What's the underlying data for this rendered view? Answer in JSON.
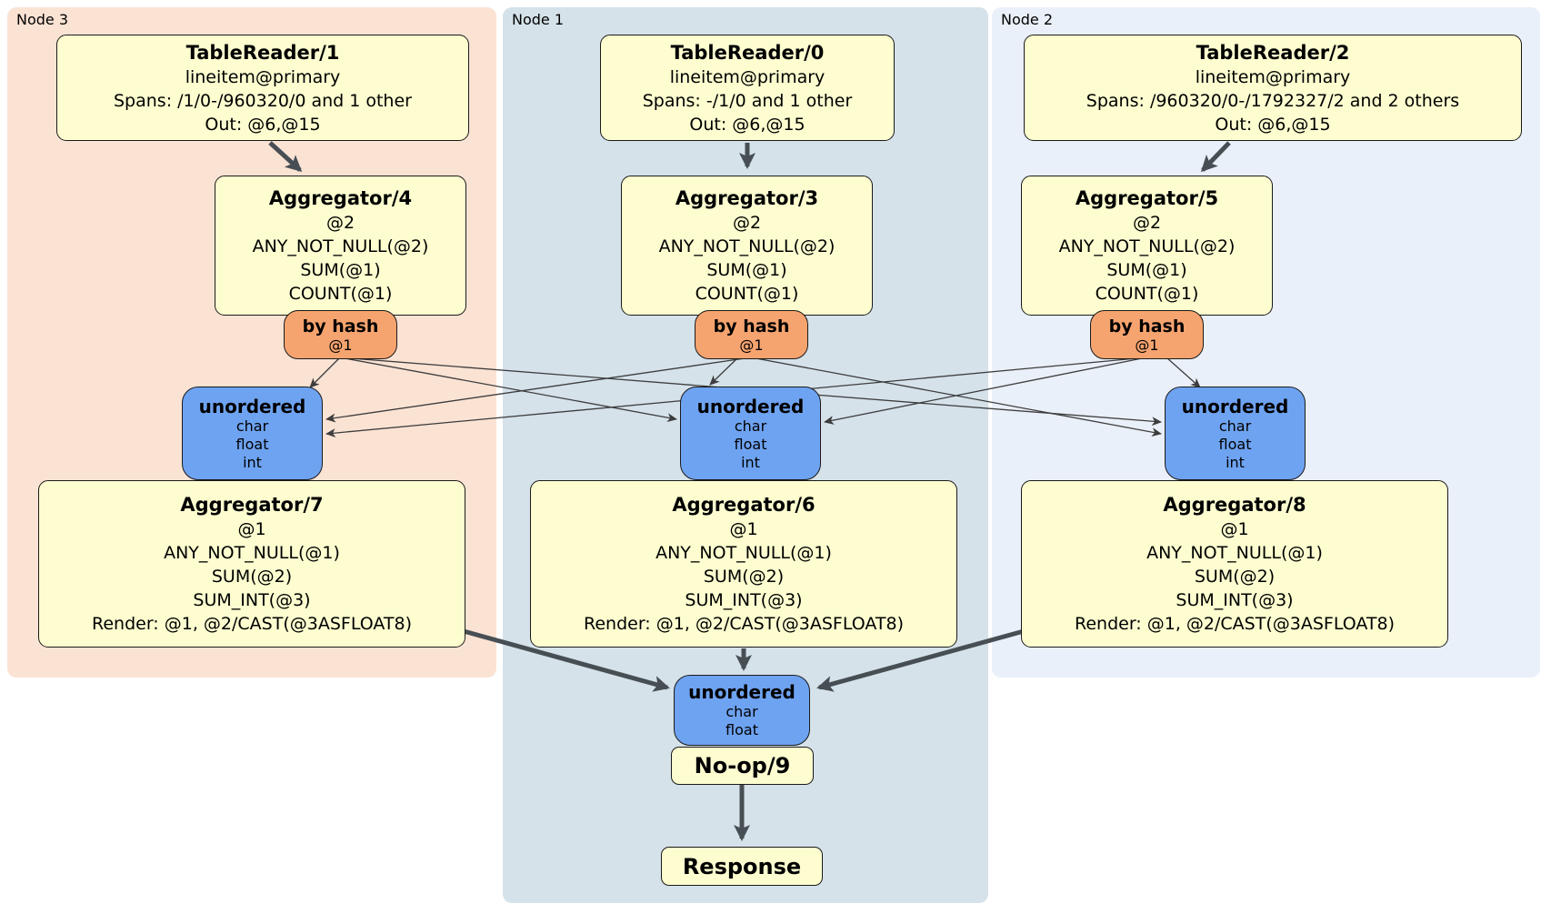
{
  "panels": {
    "node3": {
      "label": "Node 3"
    },
    "node1": {
      "label": "Node 1"
    },
    "node2": {
      "label": "Node 2"
    }
  },
  "processors": {
    "tr1": {
      "title": "TableReader/1",
      "table": "lineitem@primary",
      "spans": "Spans: /1/0-/960320/0 and 1 other",
      "out": "Out: @6,@15"
    },
    "tr0": {
      "title": "TableReader/0",
      "table": "lineitem@primary",
      "spans": "Spans: -/1/0 and 1 other",
      "out": "Out: @6,@15"
    },
    "tr2": {
      "title": "TableReader/2",
      "table": "lineitem@primary",
      "spans": "Spans: /960320/0-/1792327/2 and 2 others",
      "out": "Out: @6,@15"
    },
    "agg4": {
      "title": "Aggregator/4",
      "group": "@2",
      "fn1": "ANY_NOT_NULL(@2)",
      "fn2": "SUM(@1)",
      "fn3": "COUNT(@1)"
    },
    "agg3": {
      "title": "Aggregator/3",
      "group": "@2",
      "fn1": "ANY_NOT_NULL(@2)",
      "fn2": "SUM(@1)",
      "fn3": "COUNT(@1)"
    },
    "agg5": {
      "title": "Aggregator/5",
      "group": "@2",
      "fn1": "ANY_NOT_NULL(@2)",
      "fn2": "SUM(@1)",
      "fn3": "COUNT(@1)"
    },
    "agg7": {
      "title": "Aggregator/7",
      "group": "@1",
      "fn1": "ANY_NOT_NULL(@1)",
      "fn2": "SUM(@2)",
      "fn3": "SUM_INT(@3)",
      "render": "Render: @1, @2/CAST(@3ASFLOAT8)"
    },
    "agg6": {
      "title": "Aggregator/6",
      "group": "@1",
      "fn1": "ANY_NOT_NULL(@1)",
      "fn2": "SUM(@2)",
      "fn3": "SUM_INT(@3)",
      "render": "Render: @1, @2/CAST(@3ASFLOAT8)"
    },
    "agg8": {
      "title": "Aggregator/8",
      "group": "@1",
      "fn1": "ANY_NOT_NULL(@1)",
      "fn2": "SUM(@2)",
      "fn3": "SUM_INT(@3)",
      "render": "Render: @1, @2/CAST(@3ASFLOAT8)"
    },
    "noop": {
      "title": "No-op/9"
    },
    "response": {
      "title": "Response"
    }
  },
  "routers": {
    "hash4": {
      "label": "by hash",
      "key": "@1"
    },
    "hash3": {
      "label": "by hash",
      "key": "@1"
    },
    "hash5": {
      "label": "by hash",
      "key": "@1"
    }
  },
  "syncs": {
    "left": {
      "label": "unordered",
      "t1": "char",
      "t2": "float",
      "t3": "int"
    },
    "center": {
      "label": "unordered",
      "t1": "char",
      "t2": "float",
      "t3": "int"
    },
    "right": {
      "label": "unordered",
      "t1": "char",
      "t2": "float",
      "t3": "int"
    },
    "final": {
      "label": "unordered",
      "t1": "char",
      "t2": "float"
    }
  },
  "colors": {
    "node3_bg": "#fbe3d4",
    "node1_bg": "#d5e2ea",
    "node2_bg": "#eaf0f9",
    "processor_bg": "#fdfdd0",
    "router_bg": "#f6a46f",
    "sync_bg": "#6ea3f1",
    "edge": "#3d3d3d",
    "arrow": "#474f54"
  }
}
